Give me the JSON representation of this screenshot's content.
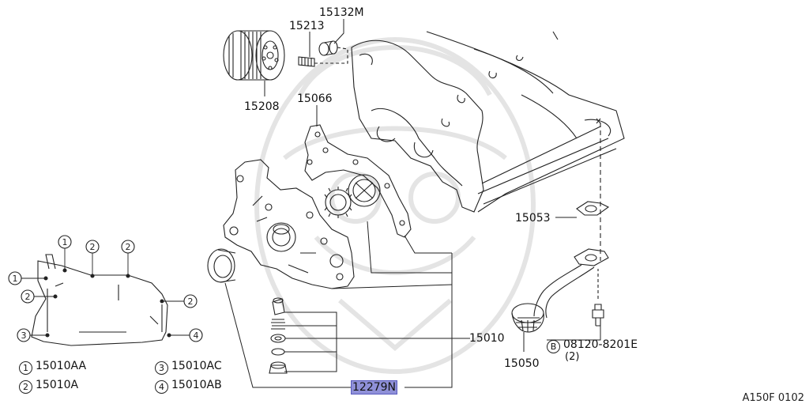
{
  "labels": {
    "p15132M": "15132M",
    "p15213": "15213",
    "p15208": "15208",
    "p15066": "15066",
    "p15053": "15053",
    "p15010": "15010",
    "p15050": "15050",
    "p12279N": "12279N",
    "bolt": "08120-8201E",
    "bolt_qty": "(2)",
    "bolt_marker": "B"
  },
  "callouts": [
    {
      "num": "1",
      "part": "15010AA"
    },
    {
      "num": "2",
      "part": "15010A"
    },
    {
      "num": "3",
      "part": "15010AC"
    },
    {
      "num": "4",
      "part": "15010AB"
    }
  ],
  "figure_code": "A150F 0102",
  "colors": {
    "highlight": "#8f90d8",
    "line": "#222222",
    "watermark": "#e4e4e4"
  }
}
